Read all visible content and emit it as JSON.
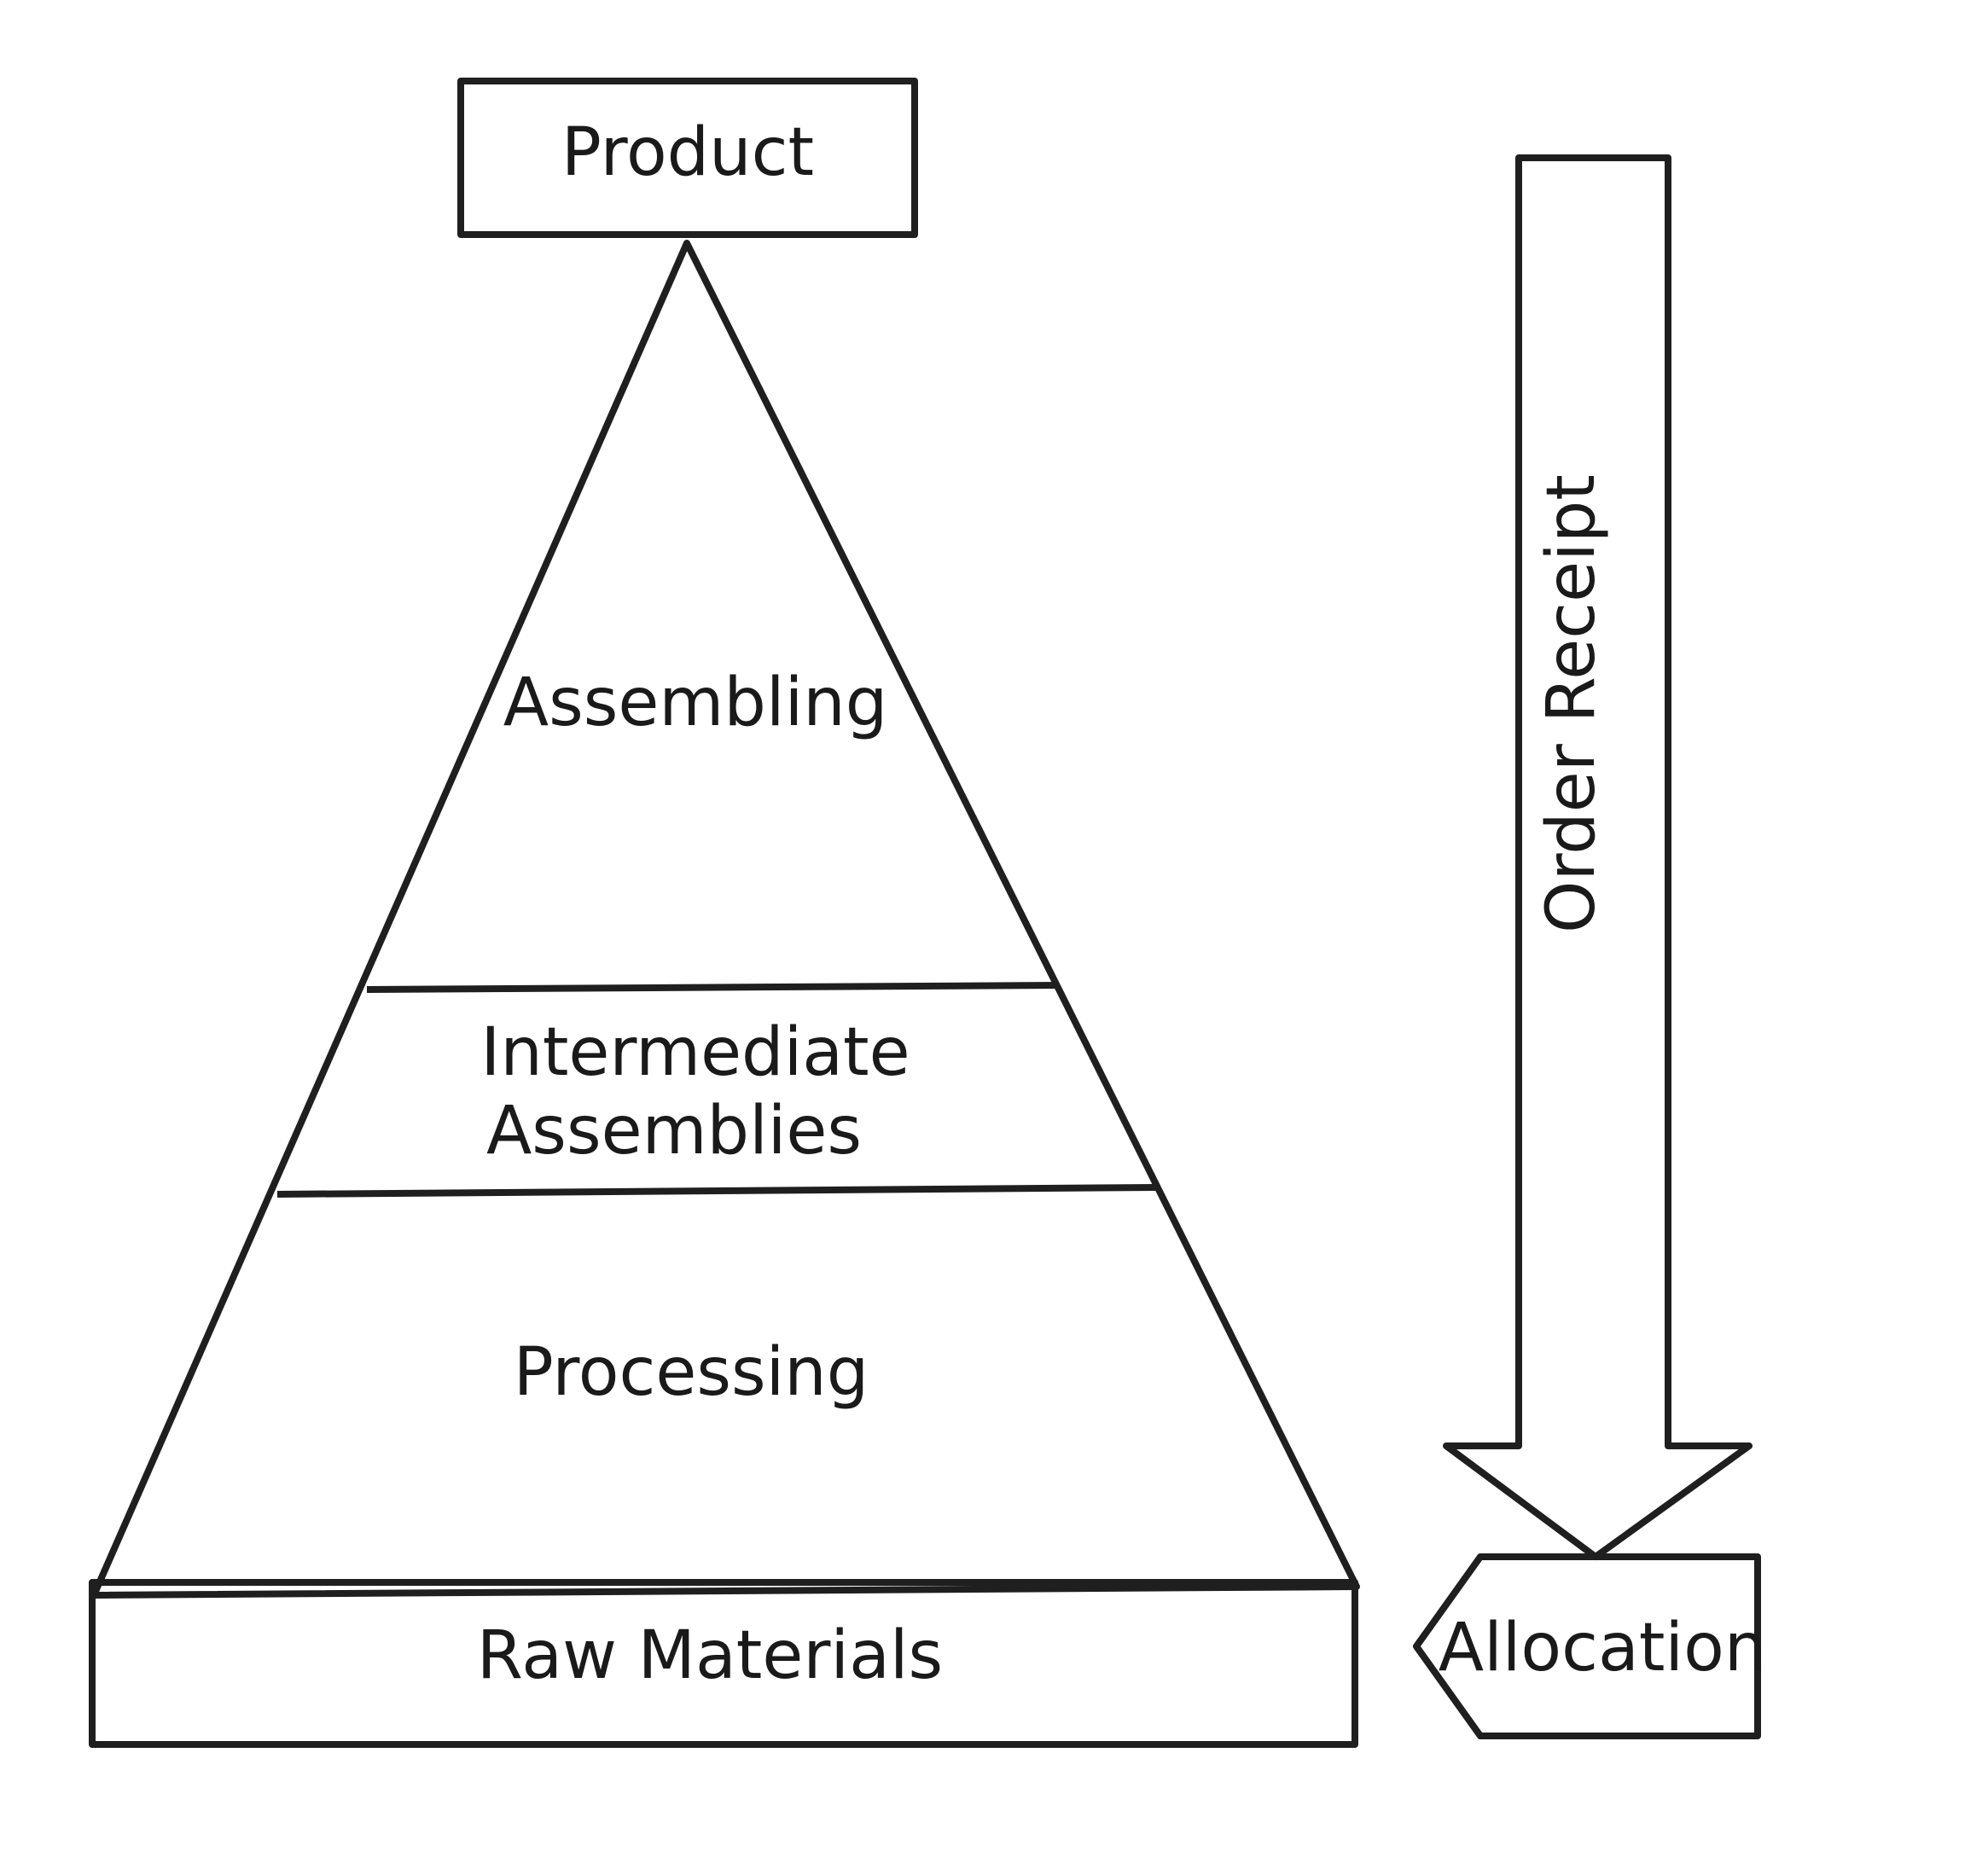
{
  "diagram": {
    "product_label": "Product",
    "assembling_label": "Assembling",
    "intermediate_label_line1": "Intermediate",
    "intermediate_label_line2": "Assemblies",
    "processing_label": "Processing",
    "raw_materials_label": "Raw Materials",
    "order_receipt_label": "Order Receipt",
    "allocation_label": "Allocation"
  },
  "colors": {
    "line": "#1f1f1f",
    "text": "#1a1a1a",
    "raw_materials_fill": "#dedede",
    "background": "#ffffff"
  }
}
